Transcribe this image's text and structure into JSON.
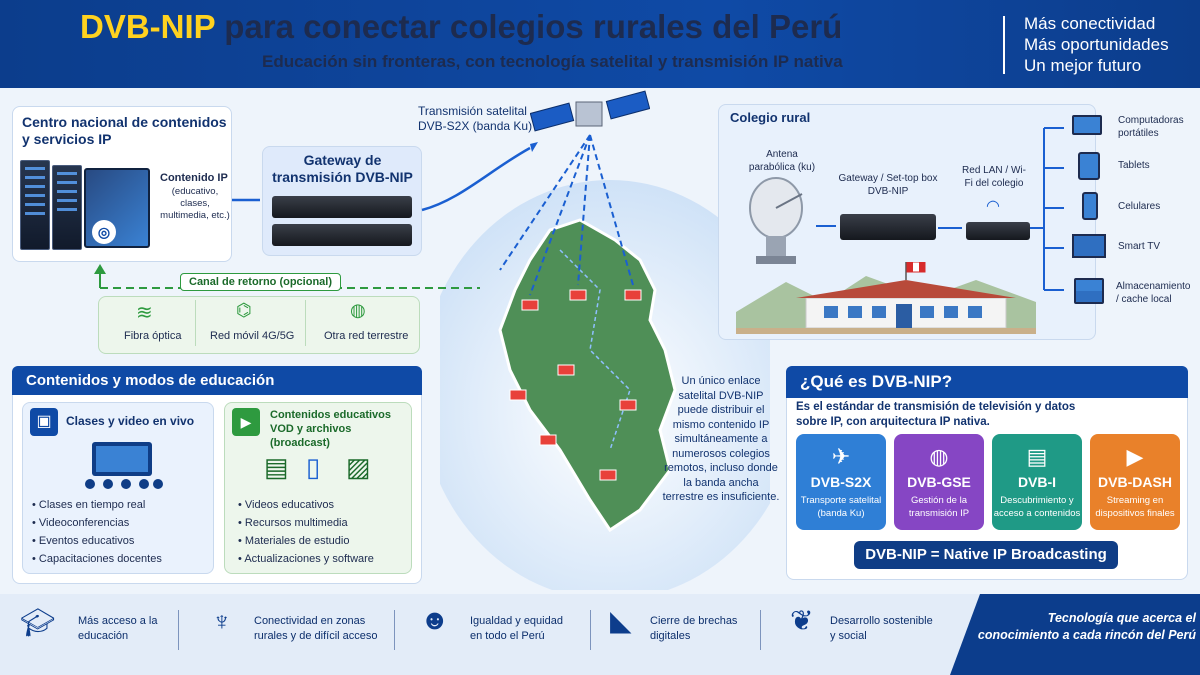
{
  "header": {
    "title_highlight": "DVB-NIP",
    "title_rest": "para conectar colegios rurales del Perú",
    "subtitle": "Educación sin fronteras, con tecnología satelital y transmisión  IP nativa",
    "taglines": [
      "Más conectividad",
      "Más oportunidades",
      "Un mejor futuro"
    ]
  },
  "center": {
    "title": "Centro nacional de contenidos y servicios IP",
    "content_label": "Contenido IP",
    "content_desc": "(educativo, clases, multimedia, etc.)"
  },
  "gateway": {
    "title": "Gateway de transmisión DVB-NIP"
  },
  "satellite": {
    "label": "Transmisión satelital DVB-S2X (banda Ku)"
  },
  "school": {
    "title": "Colegio rural",
    "antenna": "Antena parabólica (ku)",
    "stb": "Gateway / Set-top box DVB-NIP",
    "lan": "Red LAN / Wi-Fi del colegio",
    "devices": [
      "Computadoras portátiles",
      "Tablets",
      "Celulares",
      "Smart TV",
      "Almacenamiento / cache local"
    ]
  },
  "return_channel": {
    "title": "Canal de retorno (opcional)",
    "options": [
      "Fibra óptica",
      "Red móvil 4G/5G",
      "Otra red terrestre"
    ]
  },
  "map_note": "Un único enlace satelital DVB-NIP puede distribuir el mismo contenido IP simultáneamente a numerosos colegios remotos, incluso donde la banda ancha terrestre es insuficiente.",
  "education": {
    "header": "Contenidos y modos de educación",
    "live": {
      "title": "Clases y video en vivo",
      "items": [
        "Clases en tiempo real",
        "Videoconferencias",
        "Eventos educativos",
        "Capacitaciones docentes"
      ]
    },
    "vod": {
      "title": "Contenidos educativos VOD y archivos (broadcast)",
      "items": [
        "Videos educativos",
        "Recursos multimedia",
        "Materiales de estudio",
        "Actualizaciones y software"
      ]
    }
  },
  "what": {
    "header": "¿Qué es DVB-NIP?",
    "desc": "Es el estándar de transmisión de televisión y datos sobre IP, con arquitectura IP nativa.",
    "cards": [
      {
        "name": "DVB-S2X",
        "desc": "Transporte satelital (banda Ku)",
        "color": "#2f7fd6",
        "icon": "satellite-icon"
      },
      {
        "name": "DVB-GSE",
        "desc": "Gestión de la transmisión IP",
        "color": "#8646c4",
        "icon": "globe-icon"
      },
      {
        "name": "DVB-I",
        "desc": "Descubrimiento y acceso a contenidos",
        "color": "#1f9a86",
        "icon": "server-icon"
      },
      {
        "name": "DVB-DASH",
        "desc": "Streaming en dispositivos finales",
        "color": "#e9812a",
        "icon": "play-icon"
      }
    ],
    "formula": "DVB-NIP = Native IP Broadcasting"
  },
  "footer": {
    "items": [
      {
        "text": "Más acceso a la educación",
        "icon": "graduation-cap-icon"
      },
      {
        "text": "Conectividad en zonas rurales y de difícil acceso",
        "icon": "antenna-tower-icon"
      },
      {
        "text": "Igualdad y equidad en todo el Perú",
        "icon": "people-icon"
      },
      {
        "text": "Cierre de brechas digitales",
        "icon": "peru-map-icon"
      },
      {
        "text": "Desarrollo sostenible y social",
        "icon": "leaf-icon"
      }
    ],
    "banner": "Tecnología que acerca el conocimiento a cada rincón del Perú"
  }
}
